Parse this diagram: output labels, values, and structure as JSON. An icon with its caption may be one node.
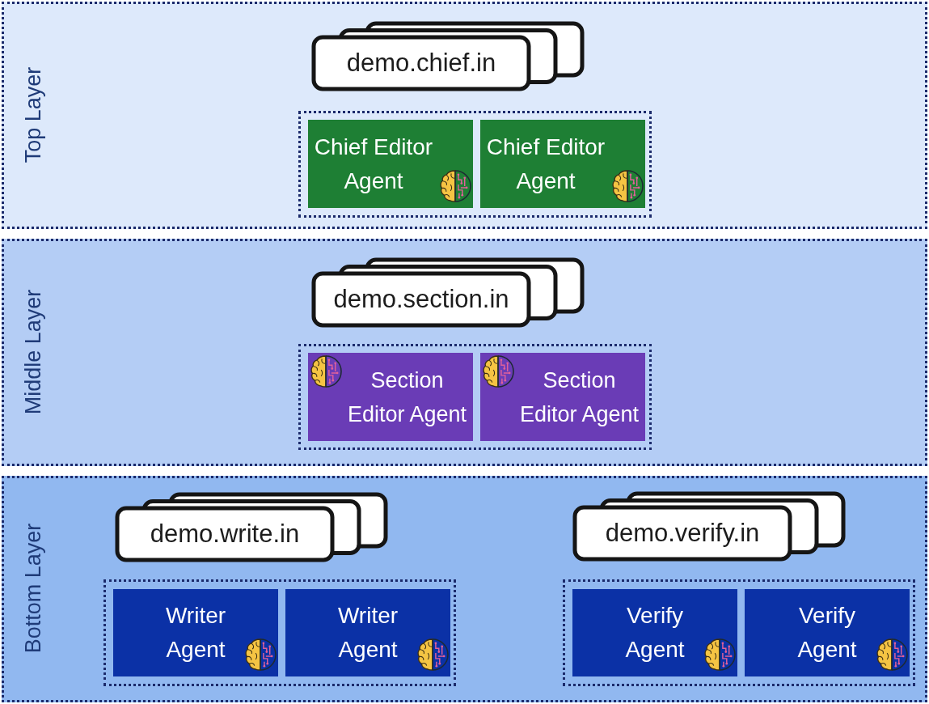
{
  "diagram": {
    "nodes": [
      {
        "text": [
          "Top Layer"
        ]
      },
      {
        "text": [
          "demo.chief.in"
        ],
        "in": 0
      },
      {
        "text": [],
        "shape": "box",
        "in": 0
      },
      {
        "text": [
          "Chief Editor Agent"
        ],
        "in": 2
      },
      {
        "text": [
          "Chief Editor Agent"
        ],
        "in": 2
      },
      {
        "text": [
          "Middle Layer"
        ]
      },
      {
        "text": [
          "demo.section.in"
        ],
        "in": 5
      },
      {
        "text": [],
        "shape": "box",
        "in": 5
      },
      {
        "text": [
          "Section Editor Agent"
        ],
        "in": 7
      },
      {
        "text": [
          "Section Editor Agent"
        ],
        "in": 7
      },
      {
        "text": [
          "Bottom Layer"
        ]
      },
      {
        "text": [
          "demo.write.in"
        ],
        "in": 10
      },
      {
        "text": [
          "demo.verify.in"
        ],
        "in": 10
      },
      {
        "text": [],
        "shape": "box",
        "in": 10
      },
      {
        "text": [
          "Writer Agent"
        ],
        "in": 13
      },
      {
        "text": [
          "Writer Agent"
        ],
        "in": 13
      },
      {
        "text": [],
        "shape": "box",
        "in": 10
      },
      {
        "text": [
          "Verify Agent"
        ],
        "in": 16
      },
      {
        "text": [
          "Verify Agent"
        ],
        "in": 16
      }
    ]
  }
}
